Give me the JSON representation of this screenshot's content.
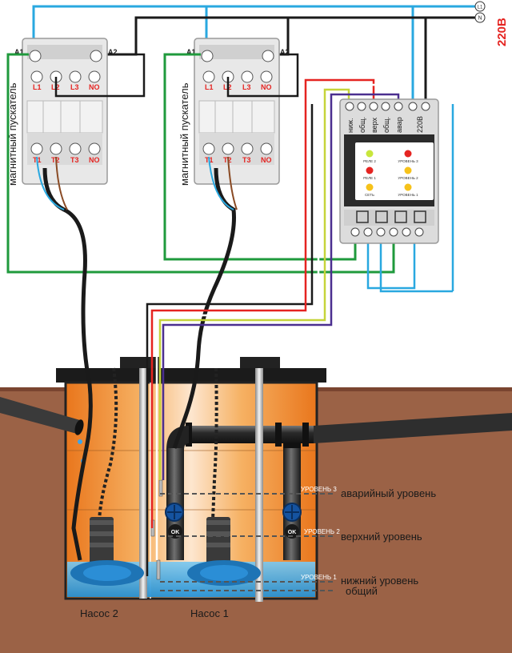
{
  "supply": {
    "phase_label": "L1",
    "neutral_label": "N",
    "voltage": "220В"
  },
  "contactor_1": {
    "side_label": "магнитный пускатель",
    "coil_a1": "A1",
    "coil_a2": "A2",
    "top_terminals": [
      "L1",
      "L2",
      "L3",
      "NO"
    ],
    "bottom_terminals": [
      "T1",
      "T2",
      "T3",
      "NO"
    ]
  },
  "contactor_2": {
    "side_label": "магнитный пускатель",
    "coil_a1": "A1",
    "coil_a2": "A2",
    "top_terminals": [
      "L1",
      "L2",
      "L3",
      "NO"
    ],
    "bottom_terminals": [
      "T1",
      "T2",
      "T3",
      "NO"
    ]
  },
  "controller": {
    "terminal_labels": [
      "ниж.",
      "общ.",
      "верх",
      "общ.",
      "авар",
      "220В"
    ],
    "indicators": {
      "relay_2": "РЕЛЕ 2",
      "relay_1": "РЕЛЕ 1",
      "network": "СЕТЬ",
      "level_3": "УРОВЕНЬ 3",
      "level_2": "УРОВЕНЬ 2",
      "level_1": "УРОВЕНЬ 1"
    },
    "colors": {
      "body": "#dcdcdc",
      "panel": "#2b2b2b",
      "led_green": "#c8e63c",
      "led_red": "#e52421",
      "led_yellow": "#f6c21a"
    }
  },
  "wire_colors": {
    "phase": "#29a8e0",
    "neutral": "#1a1a1a",
    "coil": "#1f9a3c",
    "red": "#e52421",
    "yellow": "#c6d43a",
    "white": "#ffffff",
    "purple": "#4b2f8f",
    "brown": "#8a4b25"
  },
  "tank": {
    "levels": [
      {
        "tag": "УРОВЕНЬ 3",
        "name": "аварийный уровень"
      },
      {
        "tag": "УРОВЕНЬ 2",
        "name": "верхний уровень"
      },
      {
        "tag": "УРОВЕНЬ 1",
        "name": "нижний уровень"
      },
      {
        "tag": "",
        "name": "общий"
      }
    ],
    "valve_label": "OK",
    "pump_2": "Насос 2",
    "pump_1": "Насос 1"
  }
}
